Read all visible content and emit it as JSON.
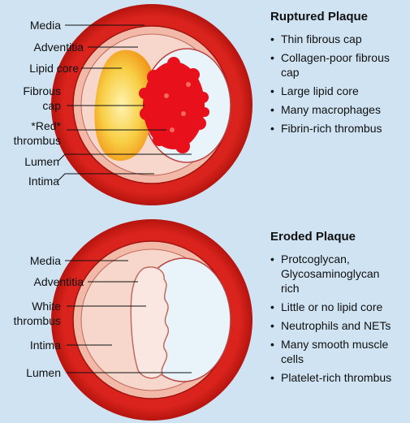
{
  "ruptured": {
    "title": "Ruptured Plaque",
    "labels": {
      "media": "Media",
      "adventitia": "Adventitia",
      "lipid_core": "Lipid core",
      "fibrous_cap_1": "Fibrous",
      "fibrous_cap_2": "cap",
      "red_thrombus_1": "*Red*",
      "red_thrombus_2": "thrombus",
      "lumen": "Lumen",
      "intima": "Intima"
    },
    "bullets": [
      "Thin fibrous cap",
      "Collagen-poor fibrous cap",
      "Large lipid core",
      "Many macrophages",
      "Fibrin-rich thrombus"
    ]
  },
  "eroded": {
    "title": "Eroded Plaque",
    "labels": {
      "media": "Media",
      "adventitia": "Adventitia",
      "white_thrombus_1": "White",
      "white_thrombus_2": "thrombus",
      "intima": "Intima",
      "lumen": "Lumen"
    },
    "bullets": [
      "Protcoglycan, Glycosaminoglycan rich",
      "Little or no lipid core",
      "Neutrophils and NETs",
      "Many smooth muscle cells",
      "Platelet-rich thrombus"
    ]
  },
  "colors": {
    "background": "#cfe3f2",
    "adventitia": "#d9231c",
    "media": "#f2b9a8",
    "intima": "#f7d7cc",
    "lumen": "#e9f3fa",
    "lipid_core": "#f7c63b",
    "red_thrombus": "#e8101a",
    "white_thrombus": "#fbe7e1"
  }
}
